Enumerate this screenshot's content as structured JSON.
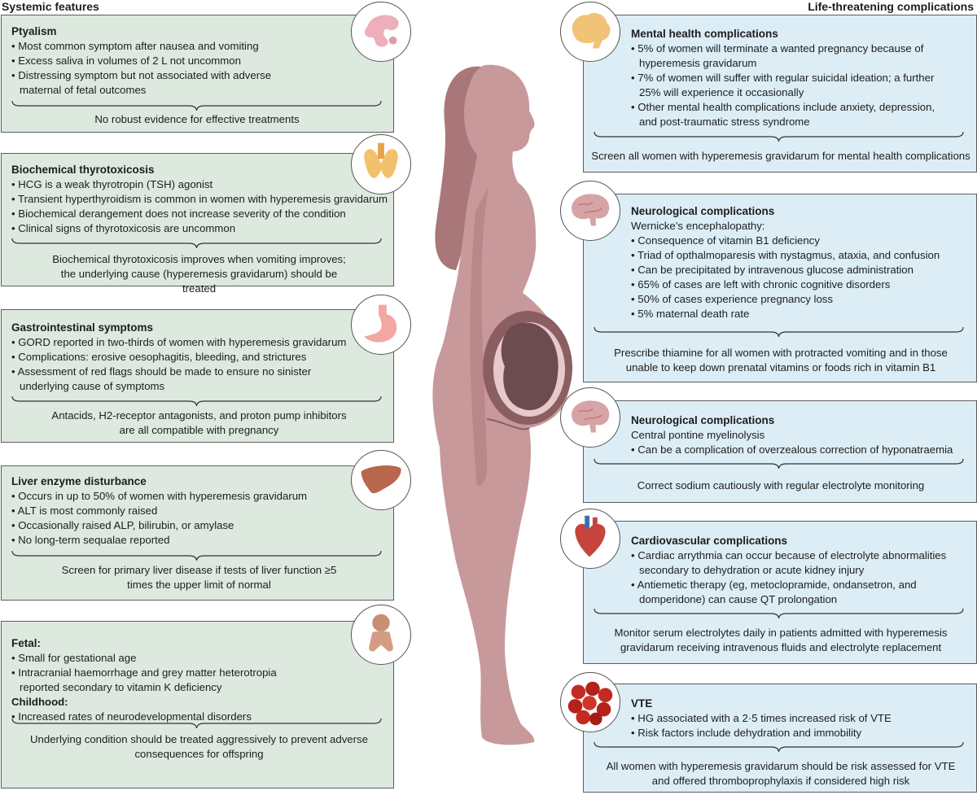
{
  "headers": {
    "left": "Systemic features",
    "right": "Life-threatening complications"
  },
  "left_panels": [
    {
      "title": "Ptyalism",
      "items": [
        {
          "type": "bullet",
          "text": "Most common symptom after nausea and vomiting"
        },
        {
          "type": "bullet",
          "text": "Excess saliva in volumes of 2 L not uncommon"
        },
        {
          "type": "bullet",
          "text": "Distressing symptom but not associated with adverse maternal of fetal outcomes"
        }
      ],
      "summary": "No robust evidence for effective treatments",
      "icon": "salivary-gland-icon"
    },
    {
      "title": "Biochemical thyrotoxicosis",
      "items": [
        {
          "type": "bullet",
          "text": "HCG is a weak thyrotropin (TSH) agonist"
        },
        {
          "type": "bullet",
          "text": "Transient hyperthyroidism is common in women with hyperemesis gravidarum"
        },
        {
          "type": "bullet",
          "text": "Biochemical derangement does not increase severity of the condition"
        },
        {
          "type": "bullet",
          "text": "Clinical signs of thyrotoxicosis are uncommon"
        }
      ],
      "summary": "Biochemical thyrotoxicosis improves when vomiting improves; the underlying cause (hyperemesis gravidarum) should be treated",
      "icon": "thyroid-icon"
    },
    {
      "title": "Gastrointestinal symptoms",
      "items": [
        {
          "type": "bullet",
          "text": "GORD reported in two-thirds of women with hyperemesis gravidarum"
        },
        {
          "type": "bullet",
          "text": "Complications: erosive oesophagitis, bleeding, and strictures"
        },
        {
          "type": "bullet",
          "text": "Assessment of red flags should be made to ensure no sinister underlying cause of symptoms"
        }
      ],
      "summary": "Antacids, H2-receptor antagonists, and proton pump inhibitors are all compatible with pregnancy",
      "icon": "stomach-icon"
    },
    {
      "title": "Liver enzyme disturbance",
      "items": [
        {
          "type": "bullet",
          "text": "Occurs in up to 50% of women with hyperemesis gravidarum"
        },
        {
          "type": "bullet",
          "text": "ALT is most commonly raised"
        },
        {
          "type": "bullet",
          "text": "Occasionally raised ALP, bilirubin, or amylase"
        },
        {
          "type": "bullet",
          "text": "No long-term sequalae reported"
        }
      ],
      "summary": "Screen for primary liver disease if tests of liver function ≥5 times the upper limit of normal",
      "icon": "liver-icon"
    },
    {
      "title": "Fetal:",
      "items": [
        {
          "type": "bullet",
          "text": "Small for gestational age"
        },
        {
          "type": "bullet",
          "text": "Intracranial haemorrhage and grey matter heterotropia reported secondary to vitamin K deficiency"
        },
        {
          "type": "sub",
          "text": "Childhood:"
        },
        {
          "type": "bullet",
          "text": "Increased rates of neurodevelopmental disorders"
        }
      ],
      "summary": "Underlying condition should be treated aggressively to prevent adverse consequences for offspring",
      "icon": "baby-icon"
    }
  ],
  "right_panels": [
    {
      "title": "Mental health complications",
      "items": [
        {
          "type": "bullet",
          "text": "5% of women will terminate a wanted pregnancy because of hyperemesis gravidarum"
        },
        {
          "type": "bullet",
          "text": "7% of women will suffer with regular suicidal ideation; a further 25% will experience it occasionally"
        },
        {
          "type": "bullet",
          "text": "Other mental health complications include anxiety, depression, and post-traumatic stress syndrome"
        }
      ],
      "summary": "Screen all women with hyperemesis gravidarum for mental health complications",
      "icon": "brain-icon"
    },
    {
      "title": "Neurological complications",
      "items": [
        {
          "type": "plain",
          "text": "Wernicke’s encephalopathy:"
        },
        {
          "type": "bullet",
          "text": "Consequence of vitamin B1 deficiency"
        },
        {
          "type": "bullet",
          "text": "Triad of opthalmoparesis with nystagmus, ataxia, and confusion"
        },
        {
          "type": "bullet",
          "text": "Can be precipitated by intravenous glucose administration"
        },
        {
          "type": "bullet",
          "text": "65% of cases are left with chronic cognitive disorders"
        },
        {
          "type": "bullet",
          "text": "50% of cases experience pregnancy loss"
        },
        {
          "type": "bullet",
          "text": "5% maternal death rate"
        }
      ],
      "summary": "Prescribe thiamine for all women with protracted vomiting and in those unable to keep down prenatal vitamins or foods rich in vitamin B1",
      "icon": "brain-side-icon"
    },
    {
      "title": "Neurological complications",
      "items": [
        {
          "type": "plain",
          "text": "Central pontine myelinolysis"
        },
        {
          "type": "bullet",
          "text": "Can be a complication of overzealous correction of hyponatraemia"
        }
      ],
      "summary": "Correct sodium cautiously with regular electrolyte monitoring",
      "icon": "brain-side-icon"
    },
    {
      "title": "Cardiovascular complications",
      "items": [
        {
          "type": "bullet",
          "text": "Cardiac arrythmia can occur because of electrolyte abnormalities secondary to dehydration or acute kidney injury"
        },
        {
          "type": "bullet",
          "text": "Antiemetic therapy (eg, metoclopramide, ondansetron, and domperidone) can cause QT prolongation"
        }
      ],
      "summary": "Monitor serum electrolytes daily in patients admitted with hyperemesis gravidarum receiving intravenous fluids and electrolyte replacement",
      "icon": "heart-icon"
    },
    {
      "title": "VTE",
      "items": [
        {
          "type": "bullet",
          "text": "HG associated with a 2·5 times increased risk of VTE"
        },
        {
          "type": "bullet",
          "text": "Risk factors include dehydration and immobility"
        }
      ],
      "summary": "All women with hyperemesis gravidarum should be risk assessed for VTE and offered thromboprophylaxis if considered high risk",
      "icon": "blood-clot-icon"
    }
  ],
  "colors": {
    "left_panel_bg": "#dde9df",
    "right_panel_bg": "#dcedf5",
    "figure": "#c7999b",
    "fetus": "#6d4c4f"
  }
}
